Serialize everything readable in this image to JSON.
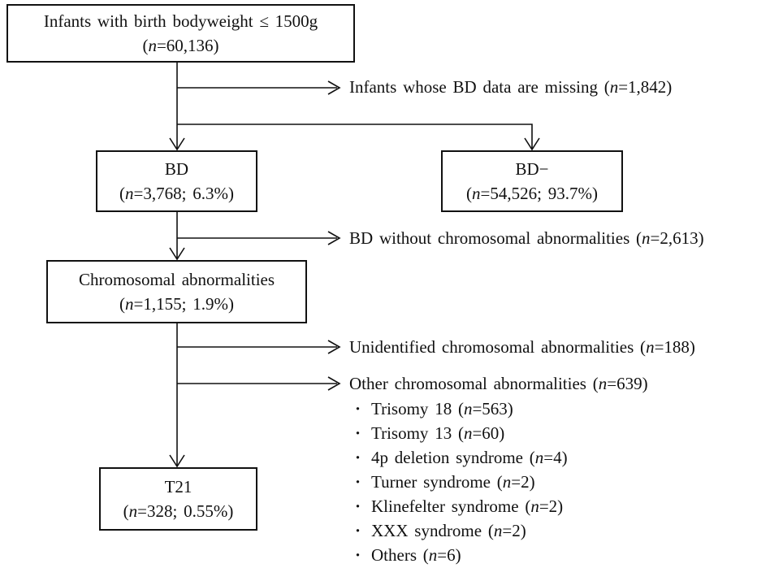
{
  "figure": {
    "background": "#ffffff",
    "line_color": "#111111",
    "bullet_char": "·"
  },
  "boxes": {
    "top": {
      "line1": "Infants with birth bodyweight ≤ 1500g",
      "before": "(",
      "italic": "n",
      "after": "=60,136)"
    },
    "bd": {
      "line1": "BD",
      "before": "(",
      "italic": "n",
      "after": "=3,768; 6.3%)"
    },
    "bdneg": {
      "line1": "BD−",
      "before": "(",
      "italic": "n",
      "after": "=54,526; 93.7%)"
    },
    "chrom": {
      "line1": "Chromosomal abnormalities",
      "before": "(",
      "italic": "n",
      "after": "=1,155; 1.9%)"
    },
    "t21": {
      "line1": "T21",
      "before": "(",
      "italic": "n",
      "after": "=328; 0.55%)"
    }
  },
  "annotations": [
    {
      "before": "Infants whose BD data are missing (",
      "italic": "n",
      "after": "=1,842)"
    },
    {
      "before": "BD without chromosomal abnormalities (",
      "italic": "n",
      "after": "=2,613)"
    },
    {
      "before": "Unidentified chromosomal abnormalities (",
      "italic": "n",
      "after": "=188)"
    },
    {
      "before": "Other chromosomal abnormalities (",
      "italic": "n",
      "after": "=639)"
    }
  ],
  "bullets": [
    {
      "before": "Trisomy 18 (",
      "italic": "n",
      "after": "=563)"
    },
    {
      "before": "Trisomy 13 (",
      "italic": "n",
      "after": "=60)"
    },
    {
      "before": "4p deletion syndrome (",
      "italic": "n",
      "after": "=4)"
    },
    {
      "before": "Turner syndrome (",
      "italic": "n",
      "after": "=2)"
    },
    {
      "before": "Klinefelter syndrome (",
      "italic": "n",
      "after": "=2)"
    },
    {
      "before": "XXX syndrome (",
      "italic": "n",
      "after": "=2)"
    },
    {
      "before": "Others (",
      "italic": "n",
      "after": "=6)"
    }
  ]
}
